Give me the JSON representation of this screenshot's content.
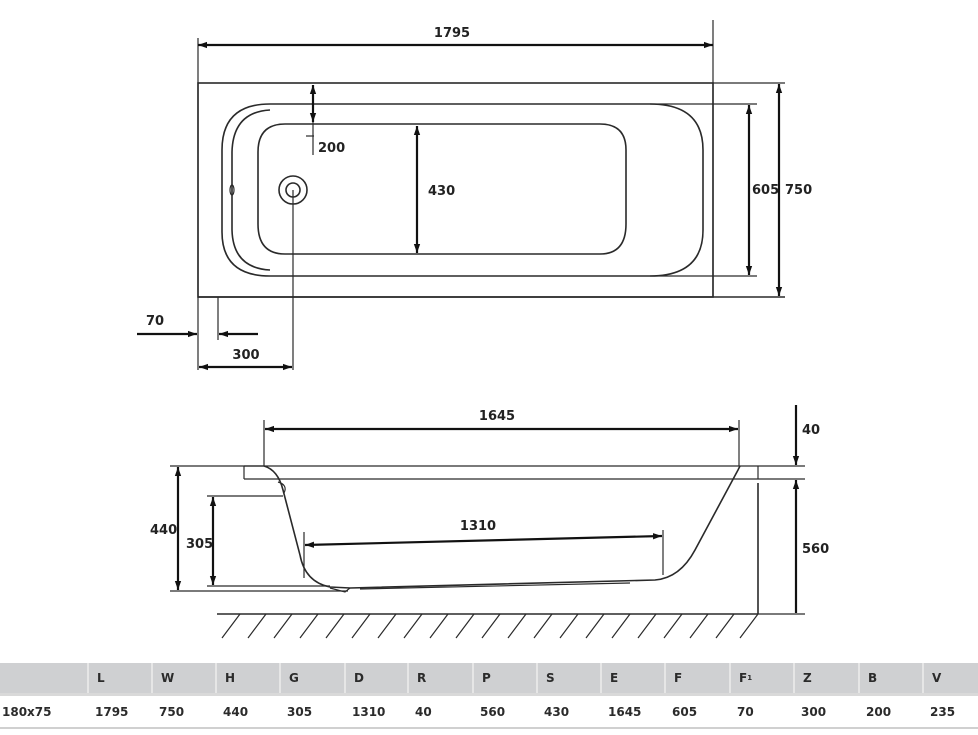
{
  "top_view": {
    "overall_length": "1795",
    "overall_width": "750",
    "inner_width": "605",
    "basin_width": "430",
    "overflow_offset": "200",
    "drain_offset": "300",
    "rim_offset": "70"
  },
  "side_view": {
    "rim_length": "1645",
    "bottom_length": "1310",
    "total_height": "440",
    "inner_depth": "305",
    "rim_thickness": "40",
    "panel_height": "560"
  },
  "table": {
    "headers": [
      {
        "key": "model",
        "label": ""
      },
      {
        "key": "L",
        "label": "L"
      },
      {
        "key": "W",
        "label": "W"
      },
      {
        "key": "H",
        "label": "H"
      },
      {
        "key": "G",
        "label": "G"
      },
      {
        "key": "D",
        "label": "D"
      },
      {
        "key": "R",
        "label": "R"
      },
      {
        "key": "P",
        "label": "P"
      },
      {
        "key": "S",
        "label": "S"
      },
      {
        "key": "E",
        "label": "E"
      },
      {
        "key": "F",
        "label": "F"
      },
      {
        "key": "F1",
        "label": "F",
        "sub": "1"
      },
      {
        "key": "Z",
        "label": "Z"
      },
      {
        "key": "B",
        "label": "B"
      },
      {
        "key": "V",
        "label": "V"
      }
    ],
    "rows": [
      [
        "180x75",
        "1795",
        "750",
        "440",
        "305",
        "1310",
        "40",
        "560",
        "430",
        "1645",
        "605",
        "70",
        "300",
        "200",
        "235"
      ]
    ]
  }
}
